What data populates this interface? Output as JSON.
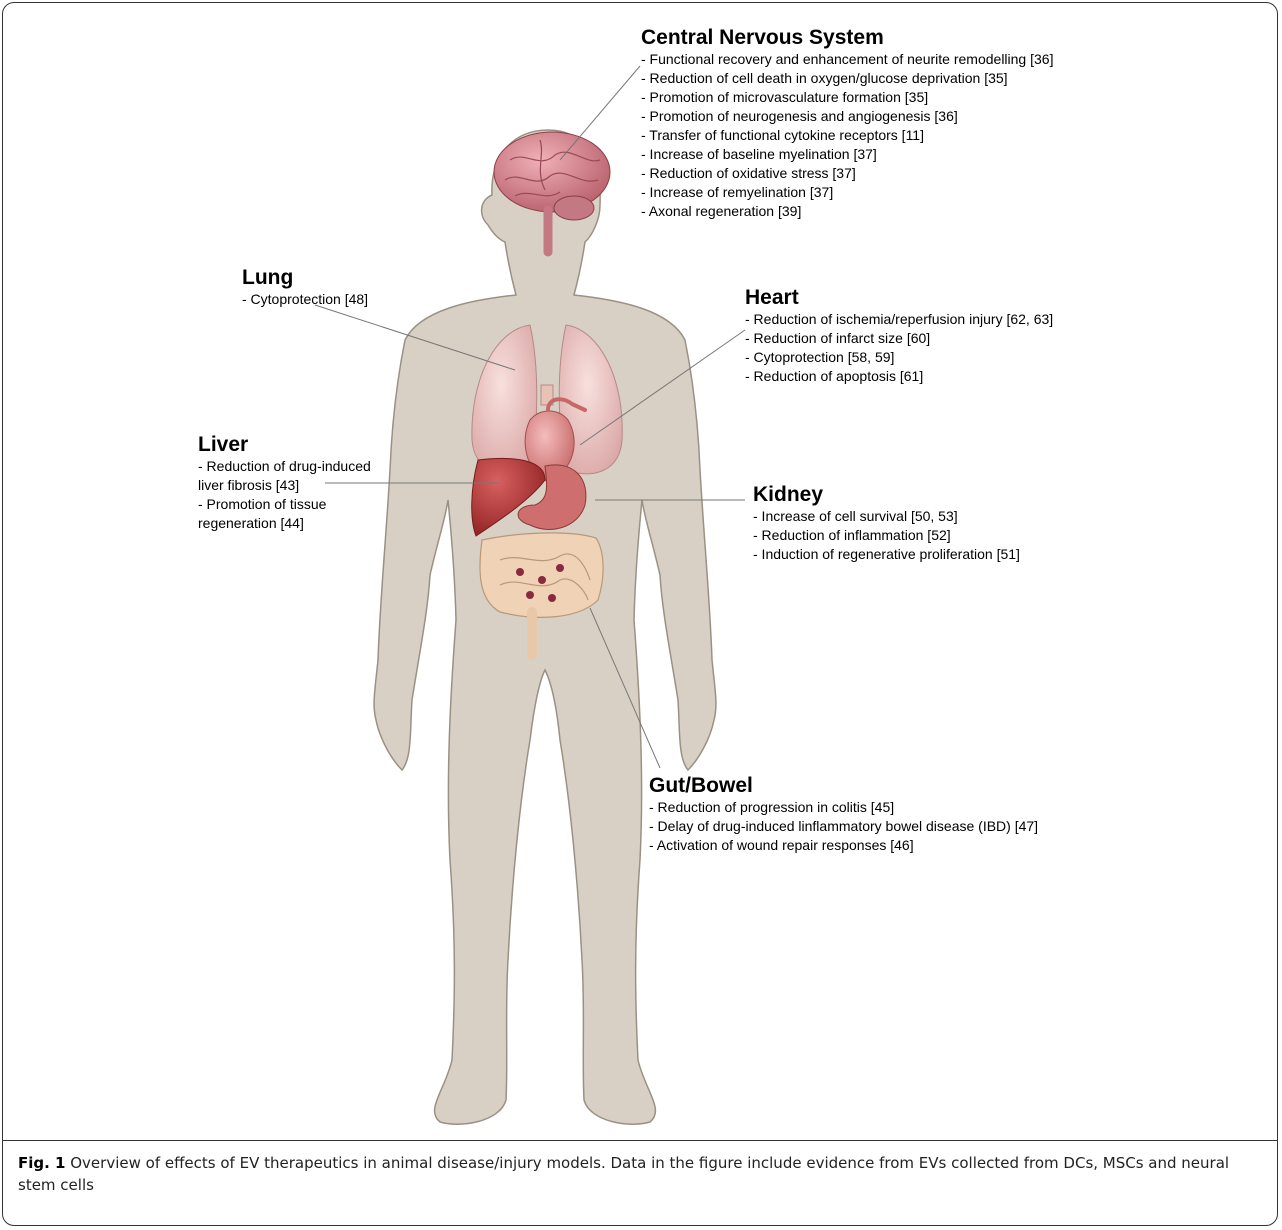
{
  "figure": {
    "cns": {
      "title": "Central Nervous System",
      "items": [
        "- Functional recovery and enhancement of neurite remodelling [36]",
        "- Reduction of cell death in oxygen/glucose deprivation [35]",
        "- Promotion of microvasculature formation [35]",
        "- Promotion of neurogenesis and angiogenesis [36]",
        "- Transfer of functional cytokine receptors [11]",
        "- Increase of baseline myelination [37]",
        "- Reduction of oxidative stress [37]",
        "- Increase of remyelination [37]",
        "- Axonal regeneration [39]"
      ]
    },
    "lung": {
      "title": "Lung",
      "items": [
        "- Cytoprotection [48]"
      ]
    },
    "heart": {
      "title": "Heart",
      "items": [
        "- Reduction of ischemia/reperfusion injury [62, 63]",
        "- Reduction of infarct size [60]",
        "- Cytoprotection [58, 59]",
        "- Reduction of apoptosis [61]"
      ]
    },
    "liver": {
      "title": "Liver",
      "items": [
        "- Reduction of drug-induced liver fibrosis [43]",
        "- Promotion of tissue regeneration [44]"
      ]
    },
    "kidney": {
      "title": "Kidney",
      "items": [
        "- Increase of cell survival [50, 53]",
        "- Reduction of inflammation [52]",
        "- Induction of regenerative proliferation [51]"
      ]
    },
    "gut": {
      "title": "Gut/Bowel",
      "items": [
        "- Reduction of progression in colitis [45]",
        "- Delay of drug-induced linflammatory bowel disease (IBD) [47]",
        "- Activation of wound repair responses [46]"
      ]
    },
    "colors": {
      "body": "#d8d0c4",
      "body_outline": "#9a9184",
      "brain": "#d98c96",
      "lung": "#ecc6c4",
      "heart": "#e39a9a",
      "liver": "#b83a3a",
      "stomach": "#cf6e6e",
      "intestine": "#f0d2b6",
      "leader": "#777777"
    }
  },
  "caption": {
    "label": "Fig. 1",
    "text": " Overview of effects of EV therapeutics in animal disease/injury models. Data in the figure include evidence from EVs collected from DCs, MSCs and neural stem cells"
  }
}
